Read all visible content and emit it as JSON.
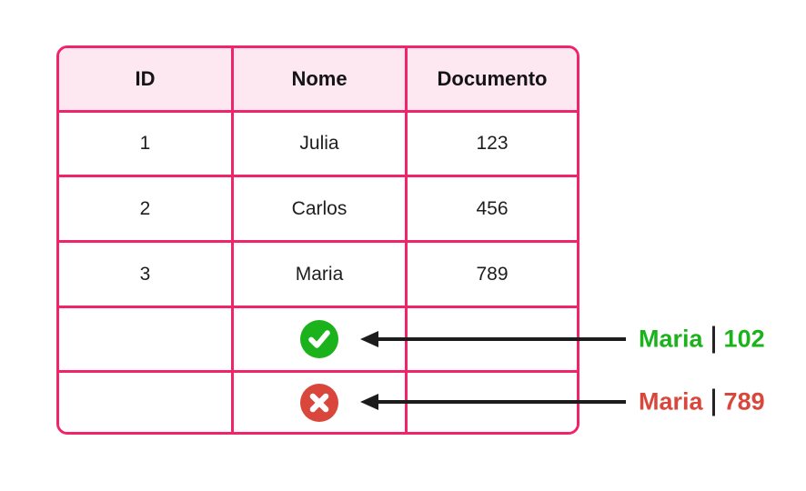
{
  "table": {
    "columns": [
      "ID",
      "Nome",
      "Documento"
    ],
    "rows": [
      [
        "1",
        "Julia",
        "123"
      ],
      [
        "2",
        "Carlos",
        "456"
      ],
      [
        "3",
        "Maria",
        "789"
      ]
    ],
    "result_rows": [
      {
        "icon": "check-circle-icon",
        "status": "success"
      },
      {
        "icon": "x-circle-icon",
        "status": "error"
      }
    ]
  },
  "annotations": [
    {
      "name": "Maria",
      "separator": "|",
      "value": "102",
      "status": "success"
    },
    {
      "name": "Maria",
      "separator": "|",
      "value": "789",
      "status": "error"
    }
  ],
  "colors": {
    "border_pink": "#F0246A",
    "header_bg": "#FDE7F0",
    "success_green": "#1BB21B",
    "error_red": "#D9473C",
    "arrow_black": "#1C1C1C",
    "separator_dark": "#232323"
  }
}
